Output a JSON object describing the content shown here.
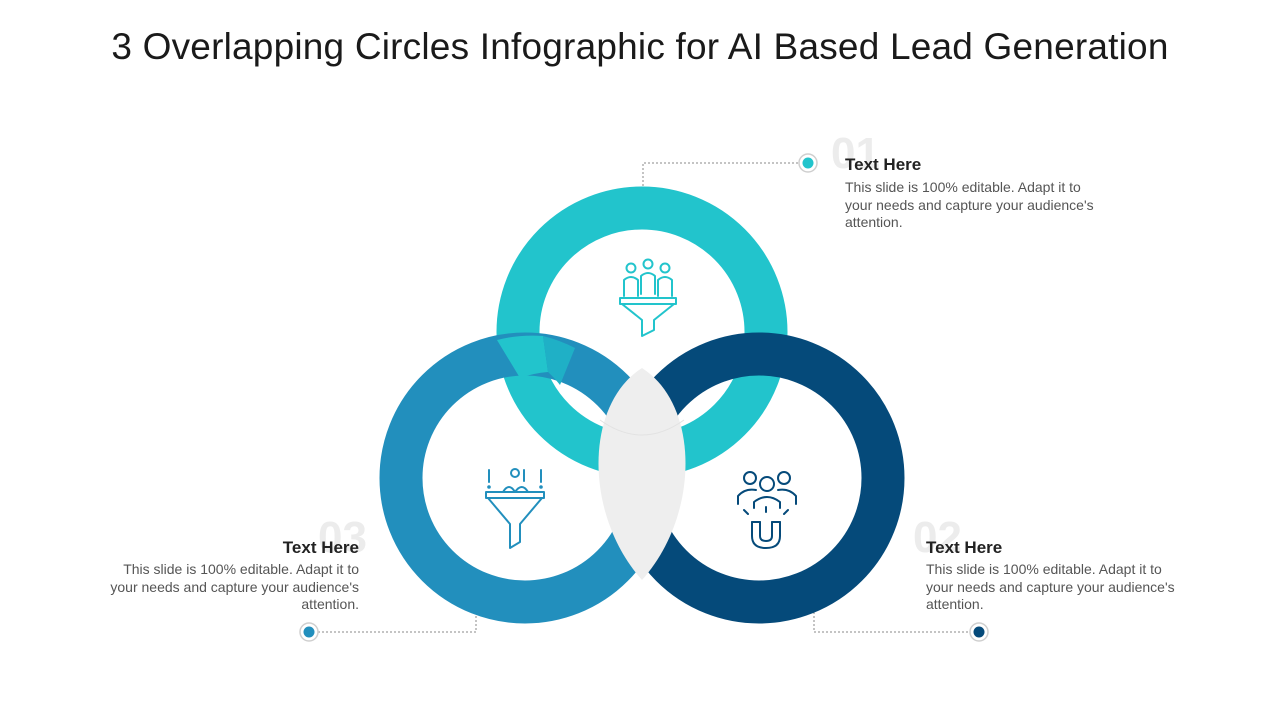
{
  "title": "3 Overlapping Circles Infographic for AI Based Lead Generation",
  "colors": {
    "teal": "#22c4cc",
    "mid_blue": "#228fbd",
    "navy": "#054a7a",
    "overlap": "#eeeeee",
    "connector": "#888888"
  },
  "items": [
    {
      "number": "01",
      "heading": "Text Here",
      "text": "This slide is 100% editable. Adapt it to your needs and capture your audience's attention.",
      "icon": "people-funnel-icon"
    },
    {
      "number": "02",
      "heading": "Text Here",
      "text": "This slide is 100% editable. Adapt it to your needs and capture your audience's attention.",
      "icon": "people-magnet-icon"
    },
    {
      "number": "03",
      "heading": "Text Here",
      "text": "This slide is 100% editable. Adapt it to your needs and capture your audience's attention.",
      "icon": "funnel-icon"
    }
  ]
}
